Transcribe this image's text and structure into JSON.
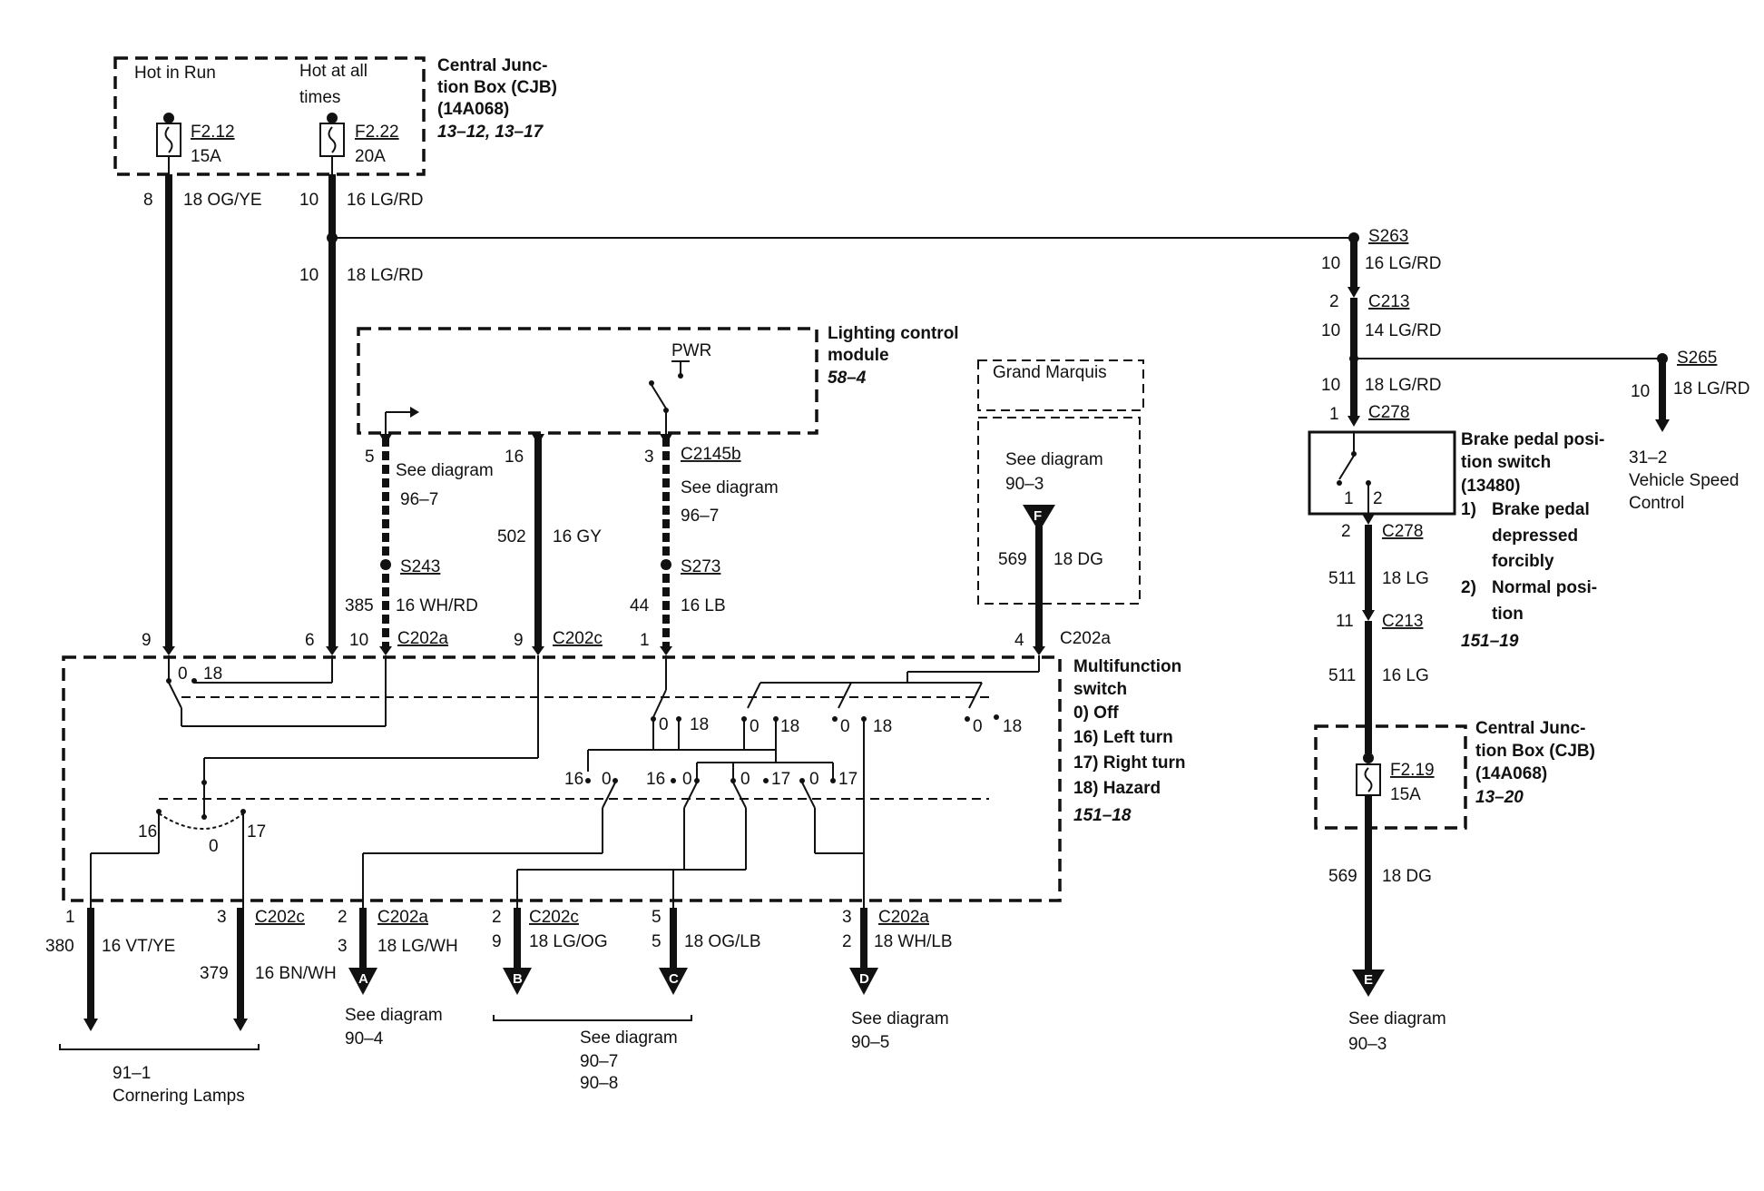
{
  "cjb_top": {
    "title_lines": [
      "Central Junc-",
      "tion Box (CJB)",
      "(14A068)"
    ],
    "ref": "13–12, 13–17",
    "hot_in_run": "Hot in Run",
    "hot_at_all": [
      "Hot at all",
      "times"
    ],
    "fuse1": {
      "name": "F2.12",
      "rating": "15A"
    },
    "fuse2": {
      "name": "F2.22",
      "rating": "20A"
    }
  },
  "wires_top": {
    "w1": {
      "pin": "8",
      "label": "18 OG/YE"
    },
    "w2": {
      "pin": "10",
      "label": "16 LG/RD"
    },
    "w3": {
      "pin": "10",
      "label": "18 LG/RD"
    }
  },
  "lcm": {
    "title_lines": [
      "Lighting control",
      "module"
    ],
    "ref": "58–4",
    "pwr": "PWR"
  },
  "lcm_wires": {
    "a": {
      "pin": "5",
      "see": "See diagram",
      "see_ref": "96–7",
      "splice": "S243",
      "circuit": "385",
      "label": "16 WH/RD"
    },
    "b": {
      "pin": "16",
      "circuit": "502",
      "label": "16 GY"
    },
    "c": {
      "pin": "3",
      "connector": "C2145b",
      "see": "See diagram",
      "see_ref": "96–7",
      "splice": "S273",
      "circuit": "44",
      "label": "16 LB"
    }
  },
  "grand_marquis": {
    "title": "Grand Marquis",
    "see": "See diagram",
    "see_ref": "90–3",
    "arrow": "F",
    "circuit": "569",
    "label": "18 DG"
  },
  "mfs_connectors": {
    "p1": "9",
    "p2": "6",
    "p3": "10",
    "c1": "C202a",
    "p4": "9",
    "c2": "C202c",
    "p5": "1",
    "p6": "4",
    "c3": "C202a"
  },
  "mfs": {
    "title_lines": [
      "Multifunction",
      "switch"
    ],
    "items": [
      "0)  Off",
      "16) Left turn",
      "17) Right turn",
      "18) Hazard"
    ],
    "ref": "151–18",
    "pos": {
      "zero": "0",
      "sixteen": "16",
      "seventeen": "17",
      "eighteen": "18"
    }
  },
  "outputs": {
    "o1": {
      "pin": "1",
      "circuit": "380",
      "label": "16 VT/YE"
    },
    "o2": {
      "pin": "3",
      "connector": "C202c",
      "circuit": "379",
      "label": "16 BN/WH"
    },
    "cornering": {
      "ref": "91–1",
      "name": "Cornering Lamps"
    },
    "A": {
      "pin1": "2",
      "pin2": "3",
      "connector": "C202a",
      "label": "18 LG/WH",
      "arrow": "A",
      "see": "See diagram",
      "ref": "90–4"
    },
    "B": {
      "pin1": "2",
      "pin2": "9",
      "connector": "C202c",
      "label": "18 LG/OG",
      "arrow": "B"
    },
    "C": {
      "pin1": "5",
      "pin2": "5",
      "label": "18 OG/LB",
      "arrow": "C"
    },
    "BC_see": {
      "see": "See diagram",
      "ref1": "90–7",
      "ref2": "90–8"
    },
    "D": {
      "pin1": "3",
      "pin2": "2",
      "connector": "C202a",
      "label": "18 WH/LB",
      "arrow": "D",
      "see": "See diagram",
      "ref": "90–5"
    }
  },
  "right": {
    "s263": "S263",
    "r1": {
      "pin": "10",
      "label": "16 LG/RD"
    },
    "c213": {
      "pin1": "2",
      "name": "C213",
      "pin2": "10",
      "label": "14 LG/RD"
    },
    "r2": {
      "pin": "10",
      "label": "18 LG/RD"
    },
    "c278a": {
      "pin": "1",
      "name": "C278"
    },
    "s265": "S265",
    "s265w": {
      "pin": "10",
      "label": "18 LG/RD"
    },
    "vsc": {
      "ref": "31–2",
      "lines": [
        "Vehicle Speed",
        "Control"
      ]
    },
    "bpp": {
      "title_lines": [
        "Brake pedal posi-",
        "tion switch",
        "(13480)"
      ],
      "n1": "1)",
      "n1_lines": [
        "Brake pedal",
        "depressed",
        "forcibly"
      ],
      "n2": "2)",
      "n2_lines": [
        "Normal posi-",
        "tion"
      ],
      "ref": "151–19",
      "pin1": "1",
      "pin2": "2"
    },
    "c278b": {
      "pin": "2",
      "name": "C278"
    },
    "r3": {
      "circuit": "511",
      "label": "18 LG"
    },
    "c213b": {
      "pin": "11",
      "name": "C213"
    },
    "r4": {
      "circuit": "511",
      "label": "16 LG"
    },
    "cjb2": {
      "title_lines": [
        "Central Junc-",
        "tion Box (CJB)",
        "(14A068)"
      ],
      "ref": "13–20",
      "fuse": "F2.19",
      "rating": "15A"
    },
    "r5": {
      "circuit": "569",
      "label": "18 DG"
    },
    "E": {
      "arrow": "E",
      "see": "See diagram",
      "ref": "90–3"
    }
  }
}
